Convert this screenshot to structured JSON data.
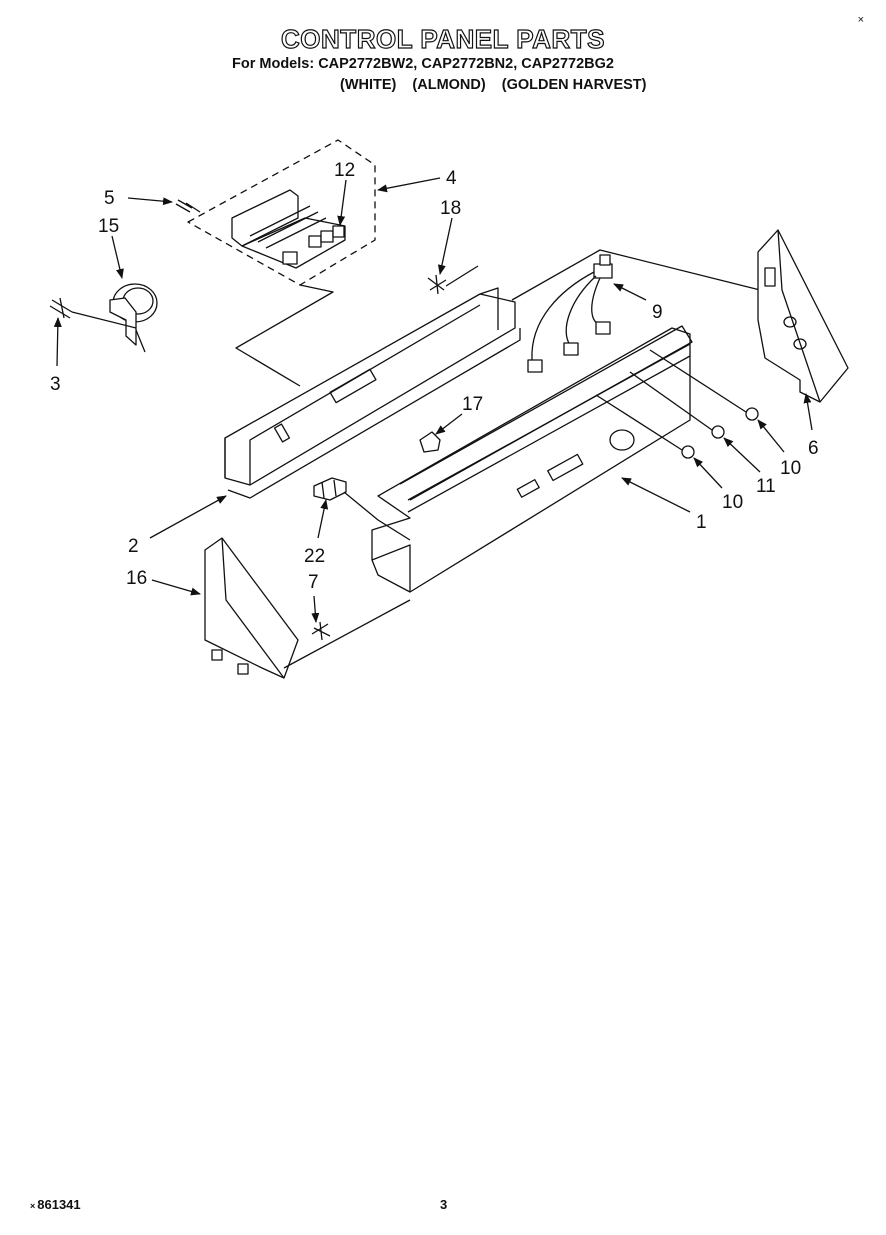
{
  "title": "CONTROL PANEL PARTS",
  "models_line": "For Models: CAP2772BW2, CAP2772BN2, CAP2772BG2",
  "finishes": [
    "(WHITE)",
    "(ALMOND)",
    "(GOLDEN HARVEST)"
  ],
  "corner_mark": "×",
  "footer": {
    "doc_prefix": "×",
    "doc_number": "861341",
    "page_number": "3"
  },
  "callouts": [
    {
      "id": "c5",
      "label": "5"
    },
    {
      "id": "c12",
      "label": "12"
    },
    {
      "id": "c4",
      "label": "4"
    },
    {
      "id": "c15",
      "label": "15"
    },
    {
      "id": "c18",
      "label": "18"
    },
    {
      "id": "c3",
      "label": "3"
    },
    {
      "id": "c9",
      "label": "9"
    },
    {
      "id": "c17",
      "label": "17"
    },
    {
      "id": "c6",
      "label": "6"
    },
    {
      "id": "c10a",
      "label": "10"
    },
    {
      "id": "c11",
      "label": "11"
    },
    {
      "id": "c10b",
      "label": "10"
    },
    {
      "id": "c1",
      "label": "1"
    },
    {
      "id": "c2",
      "label": "2"
    },
    {
      "id": "c22",
      "label": "22"
    },
    {
      "id": "c16",
      "label": "16"
    },
    {
      "id": "c7",
      "label": "7"
    }
  ]
}
